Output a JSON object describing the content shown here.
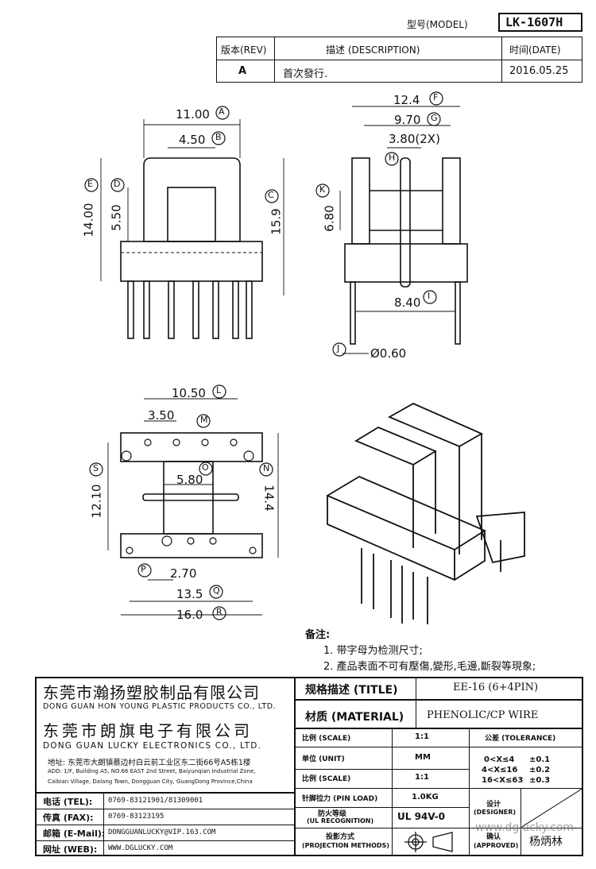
{
  "header": {
    "model_label": "型号(MODEL)",
    "model_value": "LK-1607H",
    "rev_label": "版本(REV)",
    "desc_label": "描述 (DESCRIPTION)",
    "date_label": "时间(DATE)",
    "rev_value": "A",
    "desc_value": "首次發行.",
    "date_value": "2016.05.25"
  },
  "front_view": {
    "dim_a": "11.00",
    "tag_a": "A",
    "dim_b": "4.50",
    "tag_b": "B",
    "dim_c": "15.9",
    "tag_c": "C",
    "dim_d": "5.50",
    "tag_d": "D",
    "dim_e": "14.00",
    "tag_e": "E"
  },
  "side_view": {
    "dim_f": "12.4",
    "tag_f": "F",
    "dim_g": "9.70",
    "tag_g": "G",
    "dim_h": "3.80(2X)",
    "tag_h": "H",
    "dim_k": "6.80",
    "tag_k": "K",
    "dim_i": "8.40",
    "tag_i": "I",
    "dim_j": "Ø0.60",
    "tag_j": "J"
  },
  "bottom_view": {
    "dim_l": "10.50",
    "tag_l": "L",
    "dim_m": "3.50",
    "tag_m": "M",
    "dim_o": "5.80",
    "tag_o": "O",
    "dim_n": "14.4",
    "tag_n": "N",
    "dim_s": "12.10",
    "tag_s": "S",
    "dim_p": "2.70",
    "tag_p": "P",
    "dim_q": "13.5",
    "tag_q": "Q",
    "dim_r": "16.0",
    "tag_r": "R"
  },
  "notes": {
    "title": "备注:",
    "line1": "1. 带字母为检测尺寸;",
    "line2": "2. 產品表面不可有壓傷,變形,毛邊,斷裂等現象;"
  },
  "company": {
    "name_cn_1": "东莞市瀚扬塑胶制品有限公司",
    "name_en_1": "DONG GUAN HON YOUNG PLASTIC PRODUCTS CO., LTD.",
    "name_cn_2": "东莞市朗旗电子有限公司",
    "name_en_2": "DONG GUAN LUCKY ELECTRONICS CO., LTD.",
    "address_cn": "地址: 东莞市大朗镇蔡边村白云前工业区东二街66号A5栋1楼",
    "address_en_1": "ADD: 1/F, Building A5, NO.66 EAST 2nd Street, Baiyunqian Industrial Zone,",
    "address_en_2": "Caibian Village, Dalang Town, Dongguan City, GuangDong Province,China"
  },
  "contacts": {
    "tel_label": "电话 (TEL):",
    "tel_value": "0769-83121901/81309001",
    "fax_label": "传真 (FAX):",
    "fax_value": "0769-83123195",
    "mail_label": "邮箱 (E-Mail):",
    "mail_value": "DONGGUANLUCKY@VIP.163.COM",
    "web_label": "网址 (WEB):",
    "web_value": "WWW.DGLUCKY.COM"
  },
  "spec": {
    "title_label": "规格描述 (TITLE)",
    "title_value": "EE-16 (6+4PIN)",
    "material_label": "材质 (MATERIAL)",
    "material_value": "PHENOLIC/CP WIRE",
    "scale_label_1": "比例 (SCALE)",
    "scale_value_1": "1:1",
    "unit_label": "单位 (UNIT)",
    "unit_value": "MM",
    "scale_label_2": "比例 (SCALE)",
    "scale_value_2": "1:1",
    "pin_load_label": "针脚拉力 (PIN LOAD)",
    "pin_load_value": "1.0KG",
    "ul_label_1": "防火等级",
    "ul_label_2": "(UL RECOGNITION)",
    "ul_value": "UL 94V-0",
    "proj_label_1": "投影方式",
    "proj_label_2": "(PROJECTION METHODS)",
    "tolerance_label": "公差 (TOLERANCE)",
    "tol_1_range": "0<X≤4",
    "tol_1_value": "±0.1",
    "tol_2_range": "4<X≤16",
    "tol_2_value": "±0.2",
    "tol_3_range": "16<X≤63",
    "tol_3_value": "±0.3",
    "designer_label_1": "设计",
    "designer_label_2": "(DESIGNER)",
    "approved_label_1": "确认",
    "approved_label_2": "(APPROVED)",
    "approved_value": "杨炳林",
    "watermark": "www.dglucky.com"
  }
}
